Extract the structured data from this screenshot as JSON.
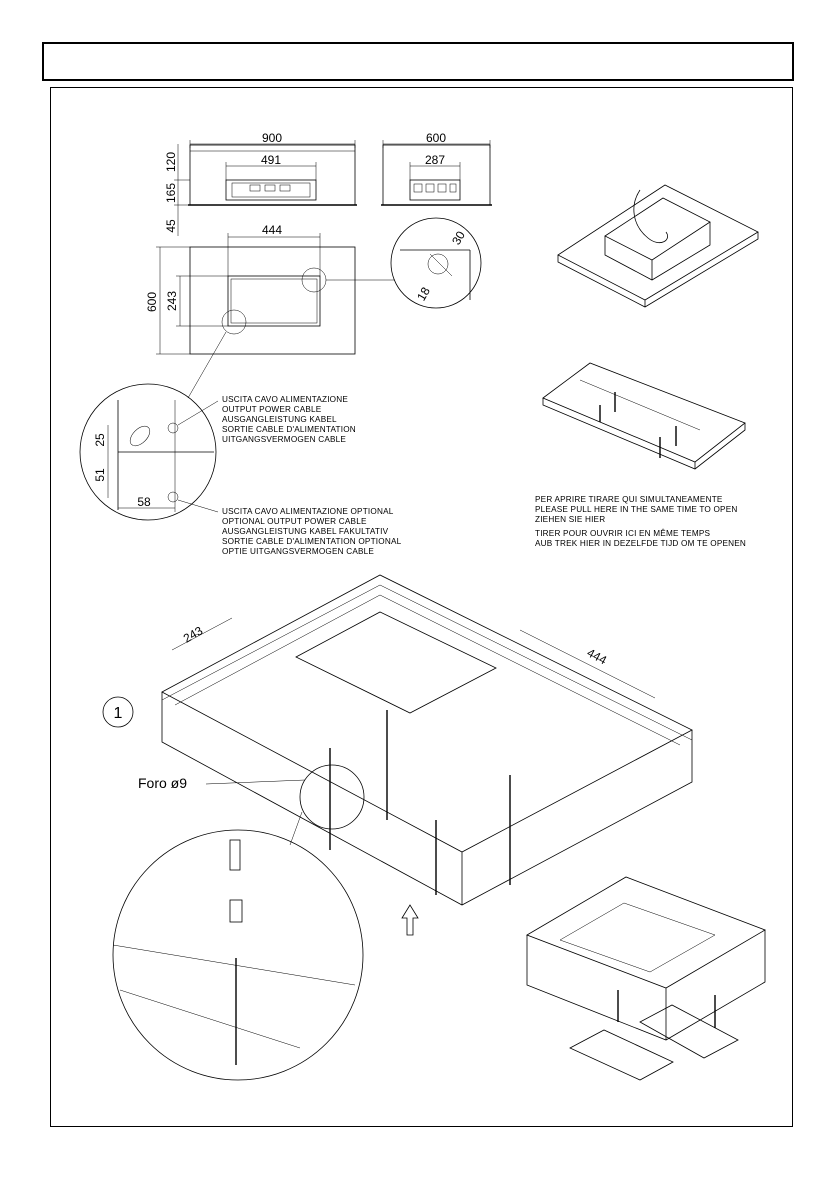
{
  "dimensions": {
    "front_width": "900",
    "front_inner_width": "491",
    "side_width": "600",
    "side_inner_width": "287",
    "height_top": "120",
    "height_body": "165",
    "height_bottom": "45",
    "plan_cutout_width": "444",
    "plan_depth": "600",
    "plan_cutout_depth": "243",
    "detail_angle_a": "30",
    "detail_angle_b": "18",
    "detail_v1": "25",
    "detail_v2": "51",
    "detail_h": "58",
    "install_depth": "243",
    "install_width": "444"
  },
  "notes": {
    "output_cable": [
      "USCITA CAVO ALIMENTAZIONE",
      "OUTPUT POWER CABLE",
      "AUSGANGLEISTUNG KABEL",
      "SORTIE CABLE D'ALIMENTATION",
      "UITGANGSVERMOGEN CABLE"
    ],
    "output_cable_optional": [
      "USCITA CAVO ALIMENTAZIONE OPTIONAL",
      "OPTIONAL OUTPUT POWER CABLE",
      "AUSGANGLEISTUNG KABEL FAKULTATIV",
      "SORTIE CABLE D'ALIMENTATION OPTIONAL",
      "OPTIE UITGANGSVERMOGEN CABLE"
    ],
    "pull_to_open": [
      "PER APRIRE TIRARE QUI SIMULTANEAMENTE",
      "PLEASE PULL HERE IN THE SAME TIME TO OPEN",
      "ZIEHEN SIE HIER",
      "TIRER POUR OUVRIR ICI EN MÊME TEMPS",
      "AUB TREK HIER IN DEZELFDE TIJD OM TE OPENEN"
    ]
  },
  "step_number": "1",
  "hole_label": "Foro  ø9"
}
